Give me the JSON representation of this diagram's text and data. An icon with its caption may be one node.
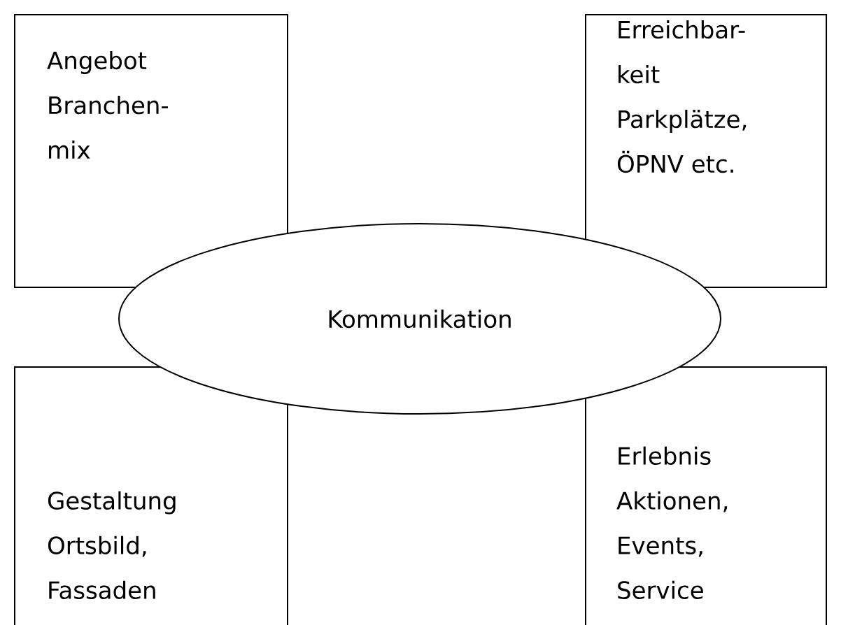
{
  "diagram": {
    "nodes": [
      {
        "text": [
          "Angebot",
          "Branchen- mix"
        ]
      },
      {
        "text": [
          "Erreichbar- keit",
          "Parkplätze, ÖPNV etc."
        ]
      },
      {
        "text": [
          "Kommunikation"
        ]
      },
      {
        "text": [
          "Gestaltung",
          "Ortsbild, Fassaden"
        ]
      },
      {
        "text": [
          "Erlebnis",
          "Aktionen, Events, Service"
        ]
      }
    ]
  }
}
